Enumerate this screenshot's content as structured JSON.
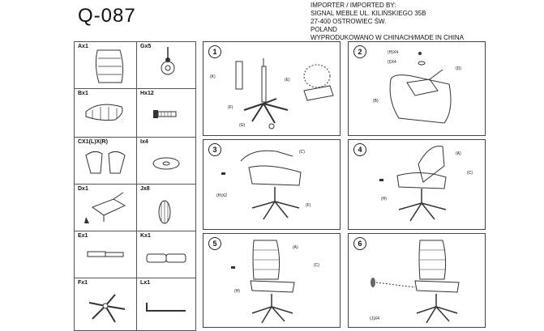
{
  "title": "Q-087",
  "importer": [
    "IMPORTER / IMPORTED BY:",
    "SIGNAL MEBLE  UL. KILIŃSKIEGO 35B",
    "27-400 OSTROWIEC ŚW.",
    "POLAND",
    "WYPRODUKOWANO W CHINACH/MADE IN CHINA"
  ],
  "parts": [
    {
      "label": "Ax1"
    },
    {
      "label": "Gx5"
    },
    {
      "label": "Bx1"
    },
    {
      "label": "Hx12"
    },
    {
      "label": "CX1(L)X(R)"
    },
    {
      "label": "Ix4"
    },
    {
      "label": "Dx1"
    },
    {
      "label": "Jx8"
    },
    {
      "label": "Ex1"
    },
    {
      "label": "Kx1"
    },
    {
      "label": "Fx1"
    },
    {
      "label": "Lx1"
    }
  ],
  "steps": [
    {
      "number": "1",
      "labels": [
        "(K)",
        "(E)",
        "(F)",
        "(G)"
      ]
    },
    {
      "number": "2",
      "labels": [
        "(H)X4",
        "(I)X4",
        "(D)",
        "(B)"
      ]
    },
    {
      "number": "3",
      "labels": [
        "(C)",
        "(H)X2",
        "(F)"
      ]
    },
    {
      "number": "4",
      "labels": [
        "(A)",
        "(C)",
        "(H)"
      ]
    },
    {
      "number": "5",
      "labels": [
        "(A)",
        "(C)",
        "(H)"
      ]
    },
    {
      "number": "6",
      "labels": [
        "(J)X4"
      ]
    }
  ]
}
